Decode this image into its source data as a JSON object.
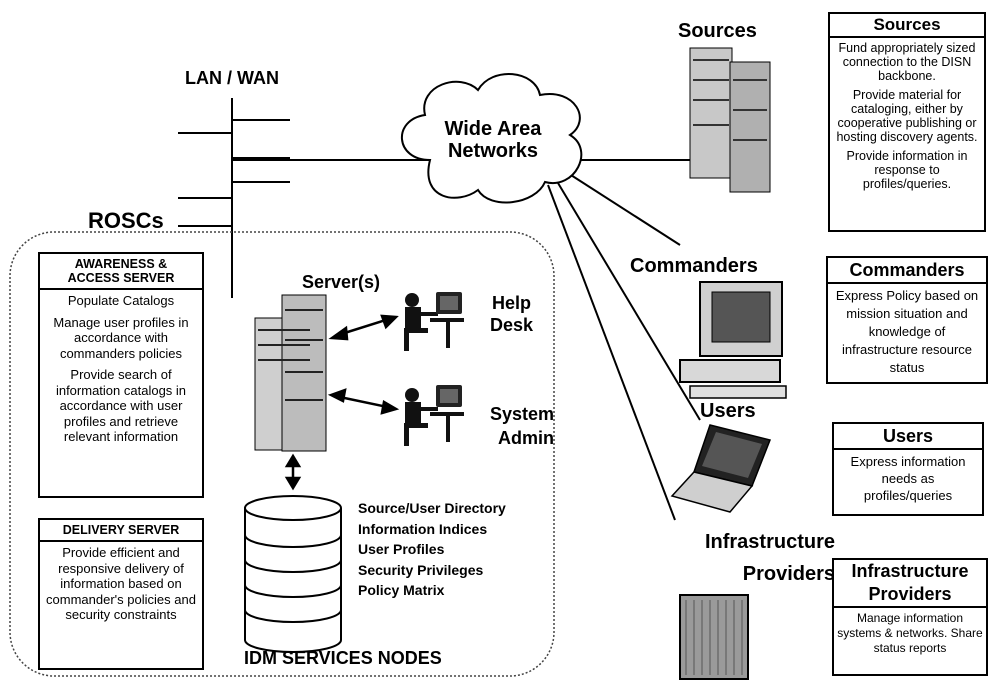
{
  "labels": {
    "lan_wan": "LAN / WAN",
    "roscs": "ROSCs",
    "wan_cloud_line1": "Wide Area",
    "wan_cloud_line2": "Networks",
    "servers": "Server(s)",
    "help_desk_1": "Help",
    "help_desk_2": "Desk",
    "system_admin_1": "System",
    "system_admin_2": "Admin",
    "idm_nodes": "IDM SERVICES NODES",
    "sources": "Sources",
    "commanders": "Commanders",
    "users": "Users",
    "infra_1": "Infrastructure",
    "infra_2": "Providers"
  },
  "directory_items": [
    "Source/User Directory",
    "Information Indices",
    "User Profiles",
    "Security Privileges",
    "Policy Matrix"
  ],
  "awareness_box": {
    "title_1": "AWARENESS &",
    "title_2": "ACCESS SERVER",
    "items": [
      "Populate Catalogs",
      "Manage user profiles in accordance with commanders policies",
      "Provide search of information catalogs in accordance with user profiles and retrieve relevant information"
    ]
  },
  "delivery_box": {
    "title": "DELIVERY SERVER",
    "text": "Provide efficient and responsive delivery of information based on commander's policies and security constraints"
  },
  "sources_box": {
    "title": "Sources",
    "items": [
      "Fund appropriately sized connection to the DISN backbone.",
      "Provide material for cataloging, either by cooperative publishing or hosting discovery agents.",
      "Provide information in response to profiles/queries."
    ]
  },
  "commanders_box": {
    "title": "Commanders",
    "text": "Express Policy based on mission situation and knowledge of infrastructure resource status"
  },
  "users_box": {
    "title": "Users",
    "text": "Express information needs as profiles/queries"
  },
  "infra_box": {
    "title_1": "Infrastructure",
    "title_2": "Providers",
    "text": "Manage information systems & networks. Share status reports"
  }
}
